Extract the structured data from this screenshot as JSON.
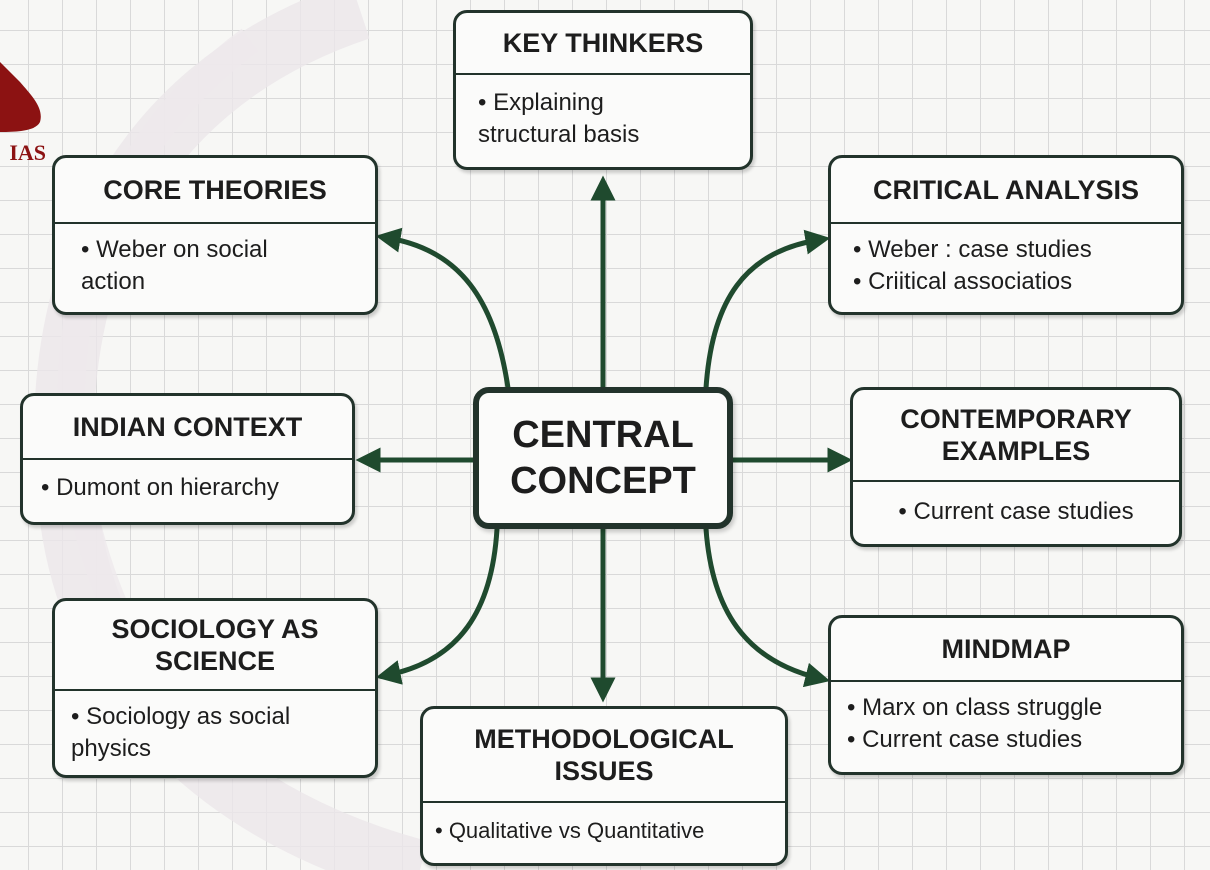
{
  "logo": {
    "text": "IAS"
  },
  "central": {
    "line1": "CENTRAL",
    "line2": "CONCEPT"
  },
  "nodes": {
    "key_thinkers": {
      "title": "KEY THINKERS",
      "items": [
        "• Explaining\nstructural basis"
      ]
    },
    "core_theories": {
      "title": "CORE THEORIES",
      "items": [
        "• Weber on social\naction"
      ]
    },
    "critical_analysis": {
      "title": "CRITICAL ANALYSIS",
      "items": [
        "• Weber : case studies",
        "• Criitical associatios"
      ]
    },
    "indian_context": {
      "title": "INDIAN CONTEXT",
      "items": [
        "• Dumont on hierarchy"
      ]
    },
    "contemporary_examples": {
      "title": "CONTEMPORARY\nEXAMPLES",
      "items": [
        "• Current case studies"
      ]
    },
    "sociology_as_science": {
      "title": "SOCIOLOGY AS\nSCIENCE",
      "items": [
        "• Sociology as social\nphysics"
      ]
    },
    "methodological_issues": {
      "title": "METHODOLOGICAL\nISSUES",
      "items": [
        "• Qualitative vs Quantitative"
      ]
    },
    "mindmap": {
      "title": "MINDMAP",
      "items": [
        "• Marx on class struggle",
        "• Current case studies"
      ]
    }
  },
  "colors": {
    "line": "#1f4a2e",
    "border": "#22332b",
    "logo": "#8c1212",
    "grid": "#d9d9d9"
  }
}
